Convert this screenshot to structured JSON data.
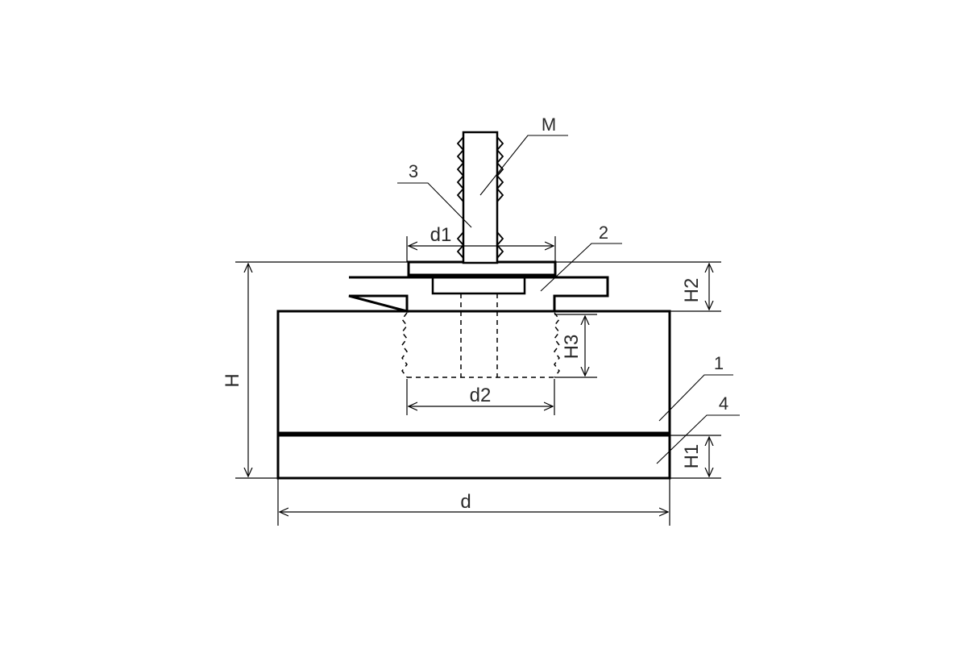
{
  "labels": {
    "part_1": "1",
    "part_2": "2",
    "part_3": "3",
    "part_4": "4",
    "thread": "M"
  },
  "dimensions": {
    "d": "d",
    "d1": "d1",
    "d2": "d2",
    "H": "H",
    "H1": "H1",
    "H2": "H2",
    "H3": "H3"
  },
  "colors": {
    "line": "#000000",
    "text": "#2a2a2a"
  }
}
